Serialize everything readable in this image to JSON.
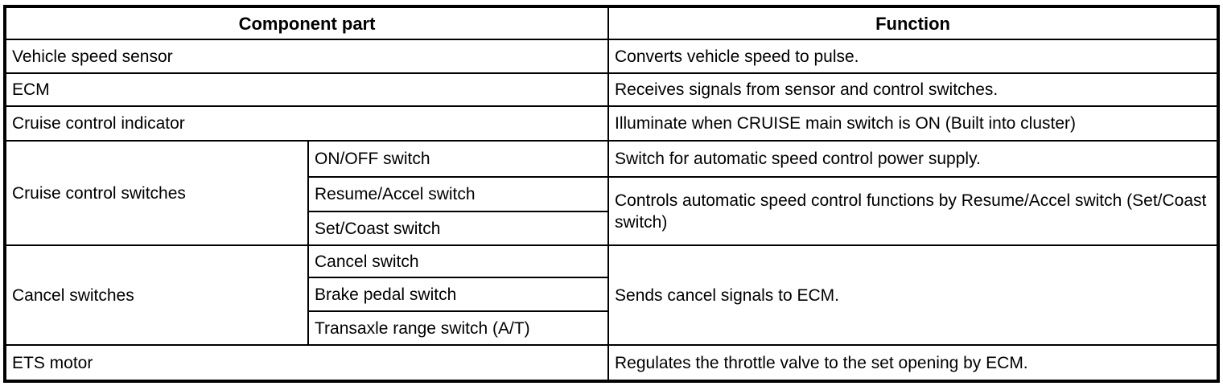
{
  "page": {
    "background_color": "#ffffff",
    "border_color": "#000000",
    "text_color": "#000000"
  },
  "table": {
    "header": {
      "component_part": "Component part",
      "function": "Function"
    },
    "rows": [
      {
        "component": "Vehicle speed sensor",
        "function": "Converts vehicle speed to pulse."
      },
      {
        "component": "ECM",
        "function": "Receives signals from sensor and control switches."
      },
      {
        "component": "Cruise control indicator",
        "function": "Illuminate when CRUISE main switch is ON (Built into cluster)"
      },
      {
        "component": "Cruise control switches",
        "sub_component": "ON/OFF switch",
        "function": "Switch for automatic speed control power supply."
      },
      {
        "sub_component": "Resume/Accel switch",
        "function": "Controls automatic speed control functions by Resume/Accel switch (Set/Coast switch)"
      },
      {
        "sub_component": "Set/Coast switch"
      },
      {
        "component": "Cancel switches",
        "sub_component": "Cancel switch",
        "function": "Sends cancel signals to ECM."
      },
      {
        "sub_component": "Brake pedal switch"
      },
      {
        "sub_component": "Transaxle range switch (A/T)"
      },
      {
        "component": "ETS motor",
        "function": "Regulates the throttle valve to the set opening by ECM."
      }
    ]
  }
}
